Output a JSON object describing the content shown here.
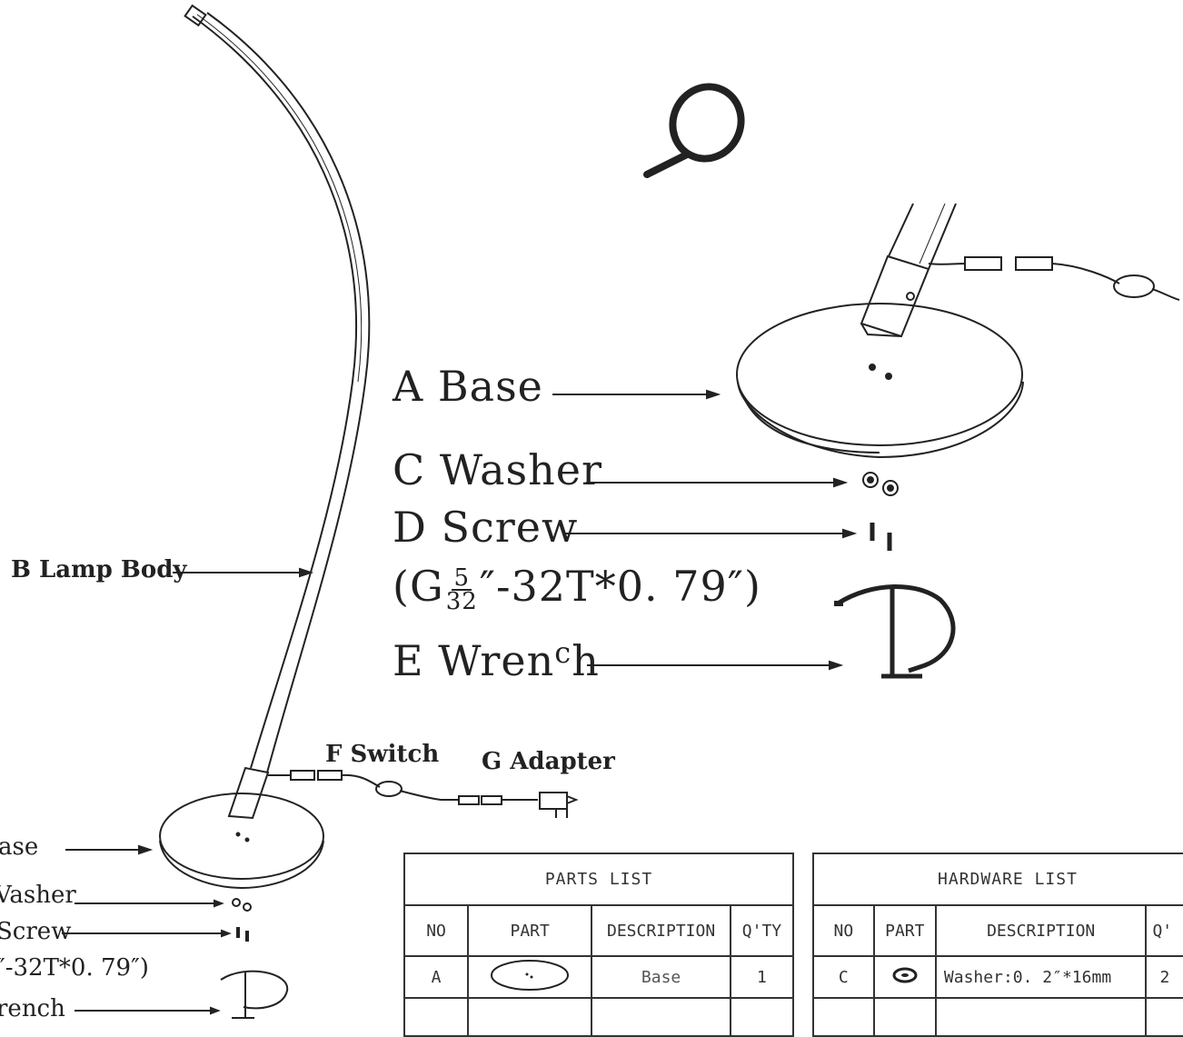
{
  "labels": {
    "base": "A Base",
    "washer": "C Washer",
    "screw": "D Screw",
    "spec_open": "(G",
    "spec_num": "5",
    "spec_den": "32",
    "spec_close": "″-32T*0. 79″)",
    "wrench_pre": "E Wren",
    "wrench_sup": "c",
    "wrench_post": "h",
    "lamp_body": "B Lamp Body",
    "switch": "F Switch",
    "adapter": "G Adapter",
    "cut_base": "ase",
    "cut_washer": "Vasher",
    "cut_screw": "Screw",
    "cut_spec": "″-32T*0. 79″)",
    "cut_wrench": "rench"
  },
  "parts_list": {
    "title": "PARTS LIST",
    "headers": [
      "NO",
      "PART",
      "DESCRIPTION",
      "Q'TY"
    ],
    "rows": [
      {
        "no": "A",
        "description": "Base",
        "qty": "1"
      }
    ]
  },
  "hardware_list": {
    "title": "HARDWARE LIST",
    "headers": [
      "NO",
      "PART",
      "DESCRIPTION",
      "Q'"
    ],
    "rows": [
      {
        "no": "C",
        "description": "Washer:0. 2″*16mm",
        "qty": "2"
      }
    ]
  },
  "icons": [
    "magnifier-icon",
    "washer-icon",
    "screw-icon",
    "wrench-icon",
    "switch-icon",
    "adapter-icon"
  ]
}
